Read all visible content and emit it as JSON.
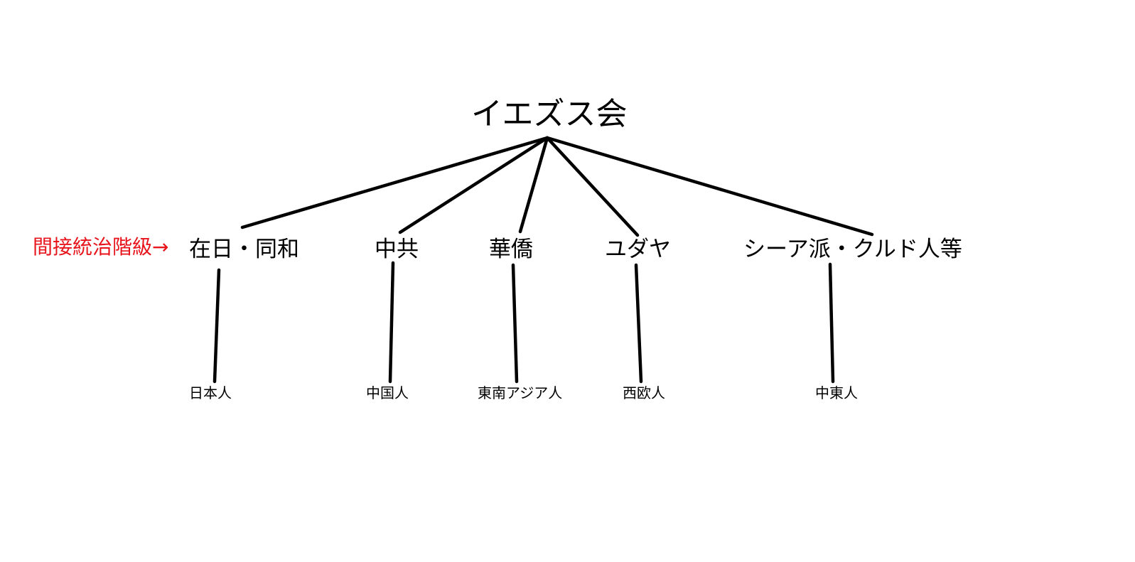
{
  "colors": {
    "line": "#000000",
    "text": "#000000",
    "annotation": "#e8141c"
  },
  "root": {
    "label": "イエズス会"
  },
  "annotation": {
    "label": "間接統治階級→"
  },
  "branches": [
    {
      "label": "在日・同和",
      "leaf": "日本人"
    },
    {
      "label": "中共",
      "leaf": "中国人"
    },
    {
      "label": "華僑",
      "leaf": "東南アジア人"
    },
    {
      "label": "ユダヤ",
      "leaf": "西欧人"
    },
    {
      "label": "シーア派・クルド人等",
      "leaf": "中東人"
    }
  ]
}
